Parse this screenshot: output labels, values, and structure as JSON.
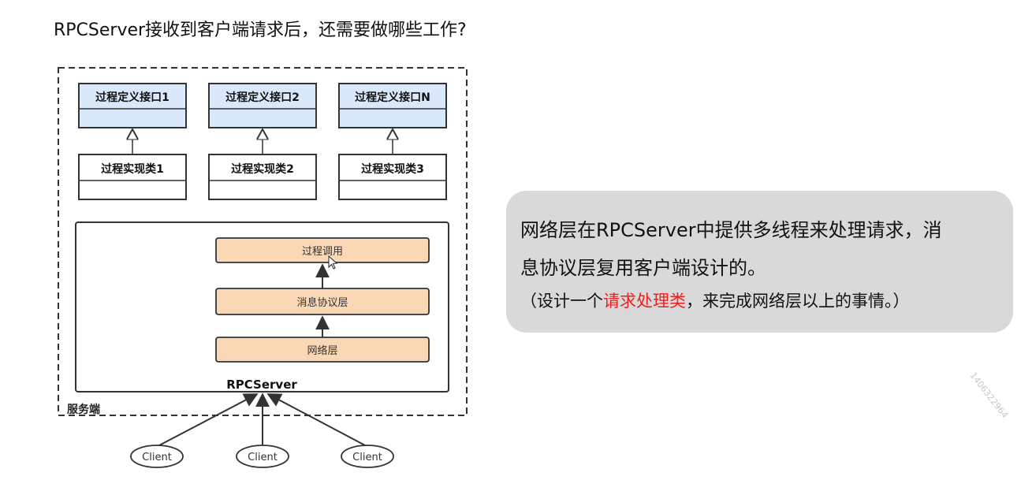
{
  "title": "RPCServer接收到客户端请求后，还需要做哪些工作?",
  "diagram": {
    "interfaces": [
      "过程定义接口1",
      "过程定义接口2",
      "过程定义接口N"
    ],
    "impls": [
      "过程实现类1",
      "过程实现类2",
      "过程实现类3"
    ],
    "layers": [
      "过程调用",
      "消息协议层",
      "网络层"
    ],
    "server_label": "RPCServer",
    "outer_label": "服务端",
    "clients": [
      "Client",
      "Client",
      "Client"
    ]
  },
  "note": {
    "line1": "网络层在RPCServer中提供多线程来处理请求，消",
    "line2": "息协议层复用客户端设计的。",
    "line3_before": "（设计一个",
    "line3_red": "请求处理类",
    "line3_after": "，来完成网络层以上的事情。）"
  },
  "watermark": "1406322964",
  "colors": {
    "interface_fill": "#dae8fc",
    "layer_fill": "#fad7b5",
    "note_bg": "#d9d9d9",
    "highlight": "#ee1f1f"
  }
}
